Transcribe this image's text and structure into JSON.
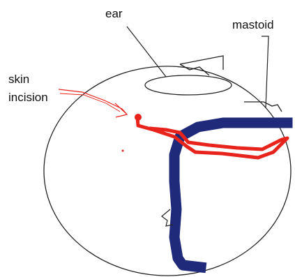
{
  "labels": {
    "ear": "ear",
    "mastoid": "mastoid",
    "skin_line1": "skin",
    "skin_line2": "incision"
  },
  "colors": {
    "outline": "#222222",
    "incision": "#e8231c",
    "vessel": "#1f2a7a"
  }
}
